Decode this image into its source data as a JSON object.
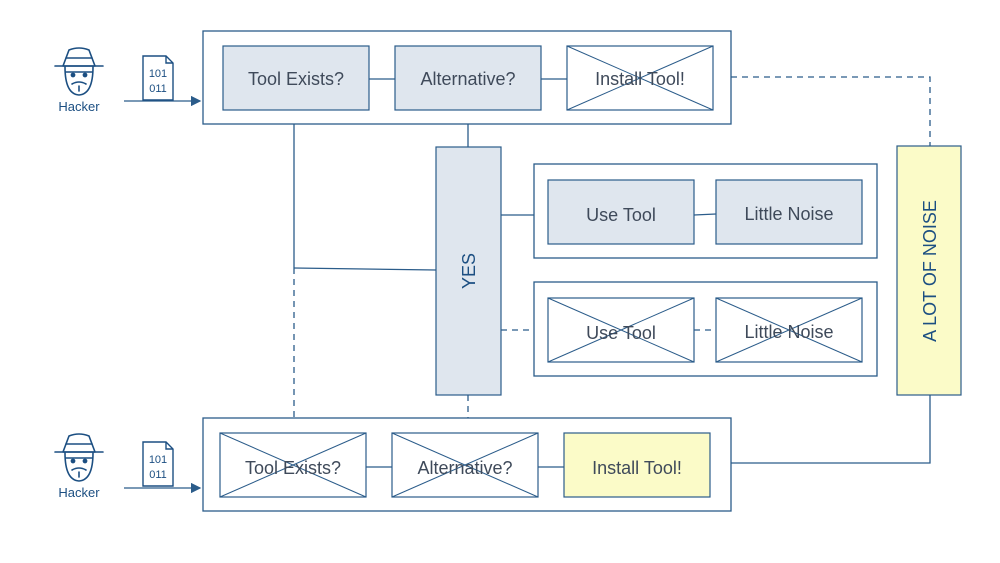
{
  "actors": {
    "top_label": "Hacker",
    "bottom_label": "Hacker",
    "file_bits_line1": "101",
    "file_bits_line2": "011"
  },
  "top_flow": {
    "tool_exists": "Tool Exists?",
    "alternative": "Alternative?",
    "install_tool": "Install Tool!"
  },
  "middle": {
    "yes": "YES",
    "use_tool": "Use Tool",
    "little_noise": "Little Noise",
    "use_tool_crossed": "Use Tool",
    "little_noise_crossed": "Little Noise"
  },
  "bottom_flow": {
    "tool_exists": "Tool Exists?",
    "alternative": "Alternative?",
    "install_tool": "Install Tool!"
  },
  "noise_bar": {
    "label": "A LOT OF NOISE"
  },
  "colors": {
    "line": "#2b5c8a",
    "box_fill_gray": "#dfe6ee",
    "box_fill_yellow": "#fbfbc8",
    "label_blue": "#1c4f82",
    "label_gray": "#3f4a5a"
  }
}
